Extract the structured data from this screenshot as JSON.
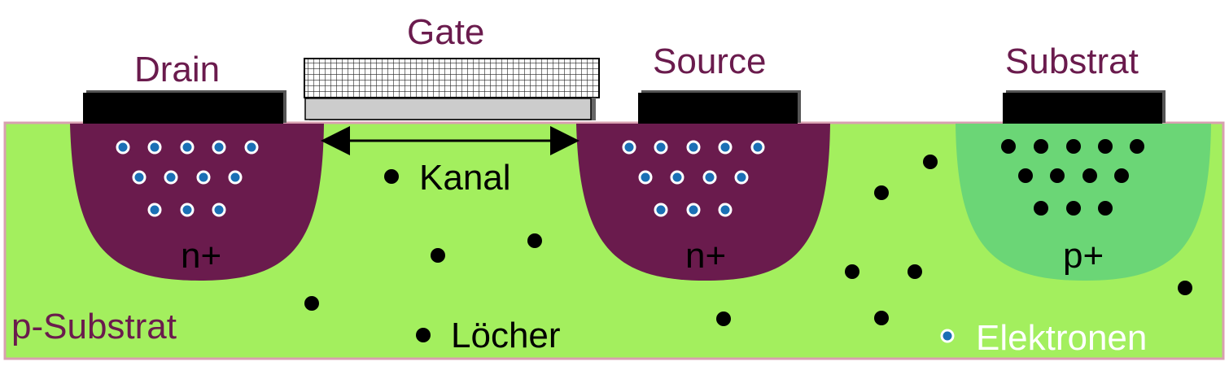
{
  "labels": {
    "drain": "Drain",
    "gate": "Gate",
    "source": "Source",
    "substrat": "Substrat",
    "kanal": "Kanal",
    "n_plus_drain": "n+",
    "n_plus_source": "n+",
    "p_plus": "p+",
    "p_substrat": "p-Substrat",
    "loecher": "Löcher",
    "elektronen": "Elektronen"
  },
  "colors": {
    "p_substrate": "#a3ef5e",
    "n_well": "#6a1b4d",
    "p_well": "#6bd676",
    "contact": "#000000",
    "gate_oxide": "#cccccc",
    "electron_fill": "#1a6fb5",
    "label_maroon": "#6a1b4d",
    "hole": "#000000"
  }
}
